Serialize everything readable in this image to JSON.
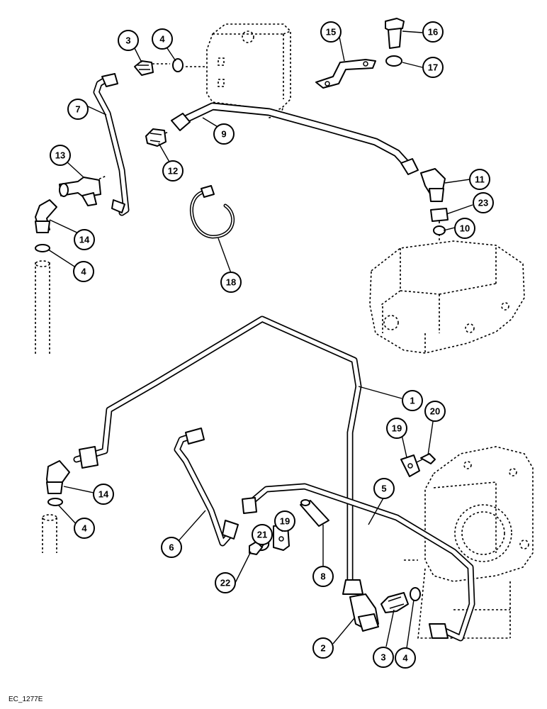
{
  "callouts": [
    {
      "label": "1"
    },
    {
      "label": "2"
    },
    {
      "label": "3"
    },
    {
      "label": "3"
    },
    {
      "label": "4"
    },
    {
      "label": "4"
    },
    {
      "label": "4"
    },
    {
      "label": "4"
    },
    {
      "label": "5"
    },
    {
      "label": "6"
    },
    {
      "label": "7"
    },
    {
      "label": "8"
    },
    {
      "label": "9"
    },
    {
      "label": "10"
    },
    {
      "label": "11"
    },
    {
      "label": "12"
    },
    {
      "label": "13"
    },
    {
      "label": "14"
    },
    {
      "label": "14"
    },
    {
      "label": "15"
    },
    {
      "label": "16"
    },
    {
      "label": "17"
    },
    {
      "label": "18"
    },
    {
      "label": "19"
    },
    {
      "label": "19"
    },
    {
      "label": "20"
    },
    {
      "label": "21"
    },
    {
      "label": "22"
    },
    {
      "label": "23"
    }
  ],
  "drawing_code": "EC_1277E"
}
